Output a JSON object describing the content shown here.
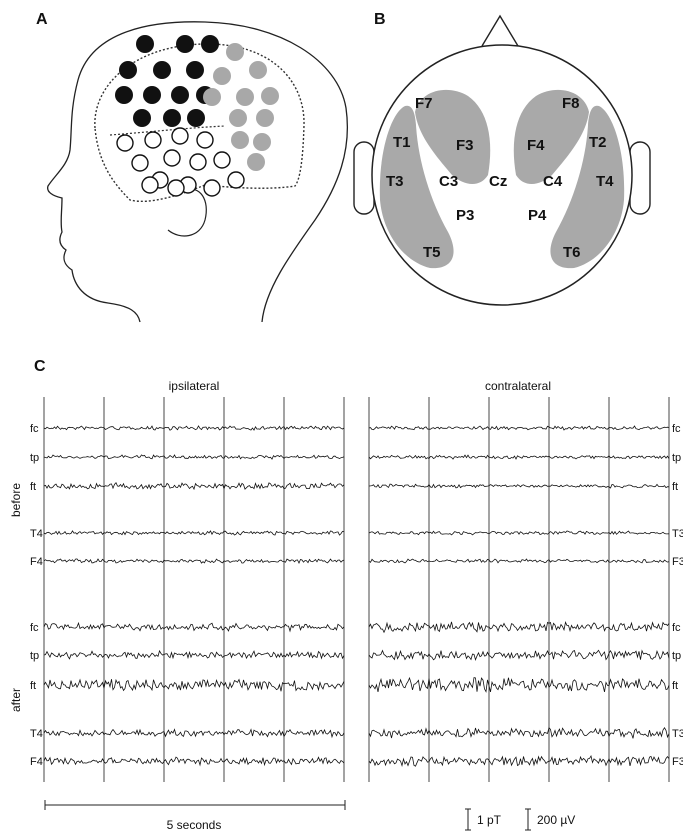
{
  "panels": {
    "a": "A",
    "b": "B",
    "c": "C"
  },
  "scalp_electrodes": [
    "F7",
    "F8",
    "T1",
    "F3",
    "F4",
    "T2",
    "T3",
    "C3",
    "Cz",
    "C4",
    "T4",
    "P3",
    "P4",
    "T5",
    "T6"
  ],
  "traces": {
    "groups": {
      "before": "before",
      "after": "after"
    },
    "conditions": {
      "ipsi": "ipsilateral",
      "contra": "contralateral"
    },
    "channels_left": [
      "fc",
      "tp",
      "ft",
      "T4",
      "F4"
    ],
    "channels_right": [
      "fc",
      "tp",
      "ft",
      "T3",
      "F3"
    ]
  },
  "scale": {
    "time": "5 seconds",
    "meg": "1 pT",
    "eeg": "200 µV"
  }
}
